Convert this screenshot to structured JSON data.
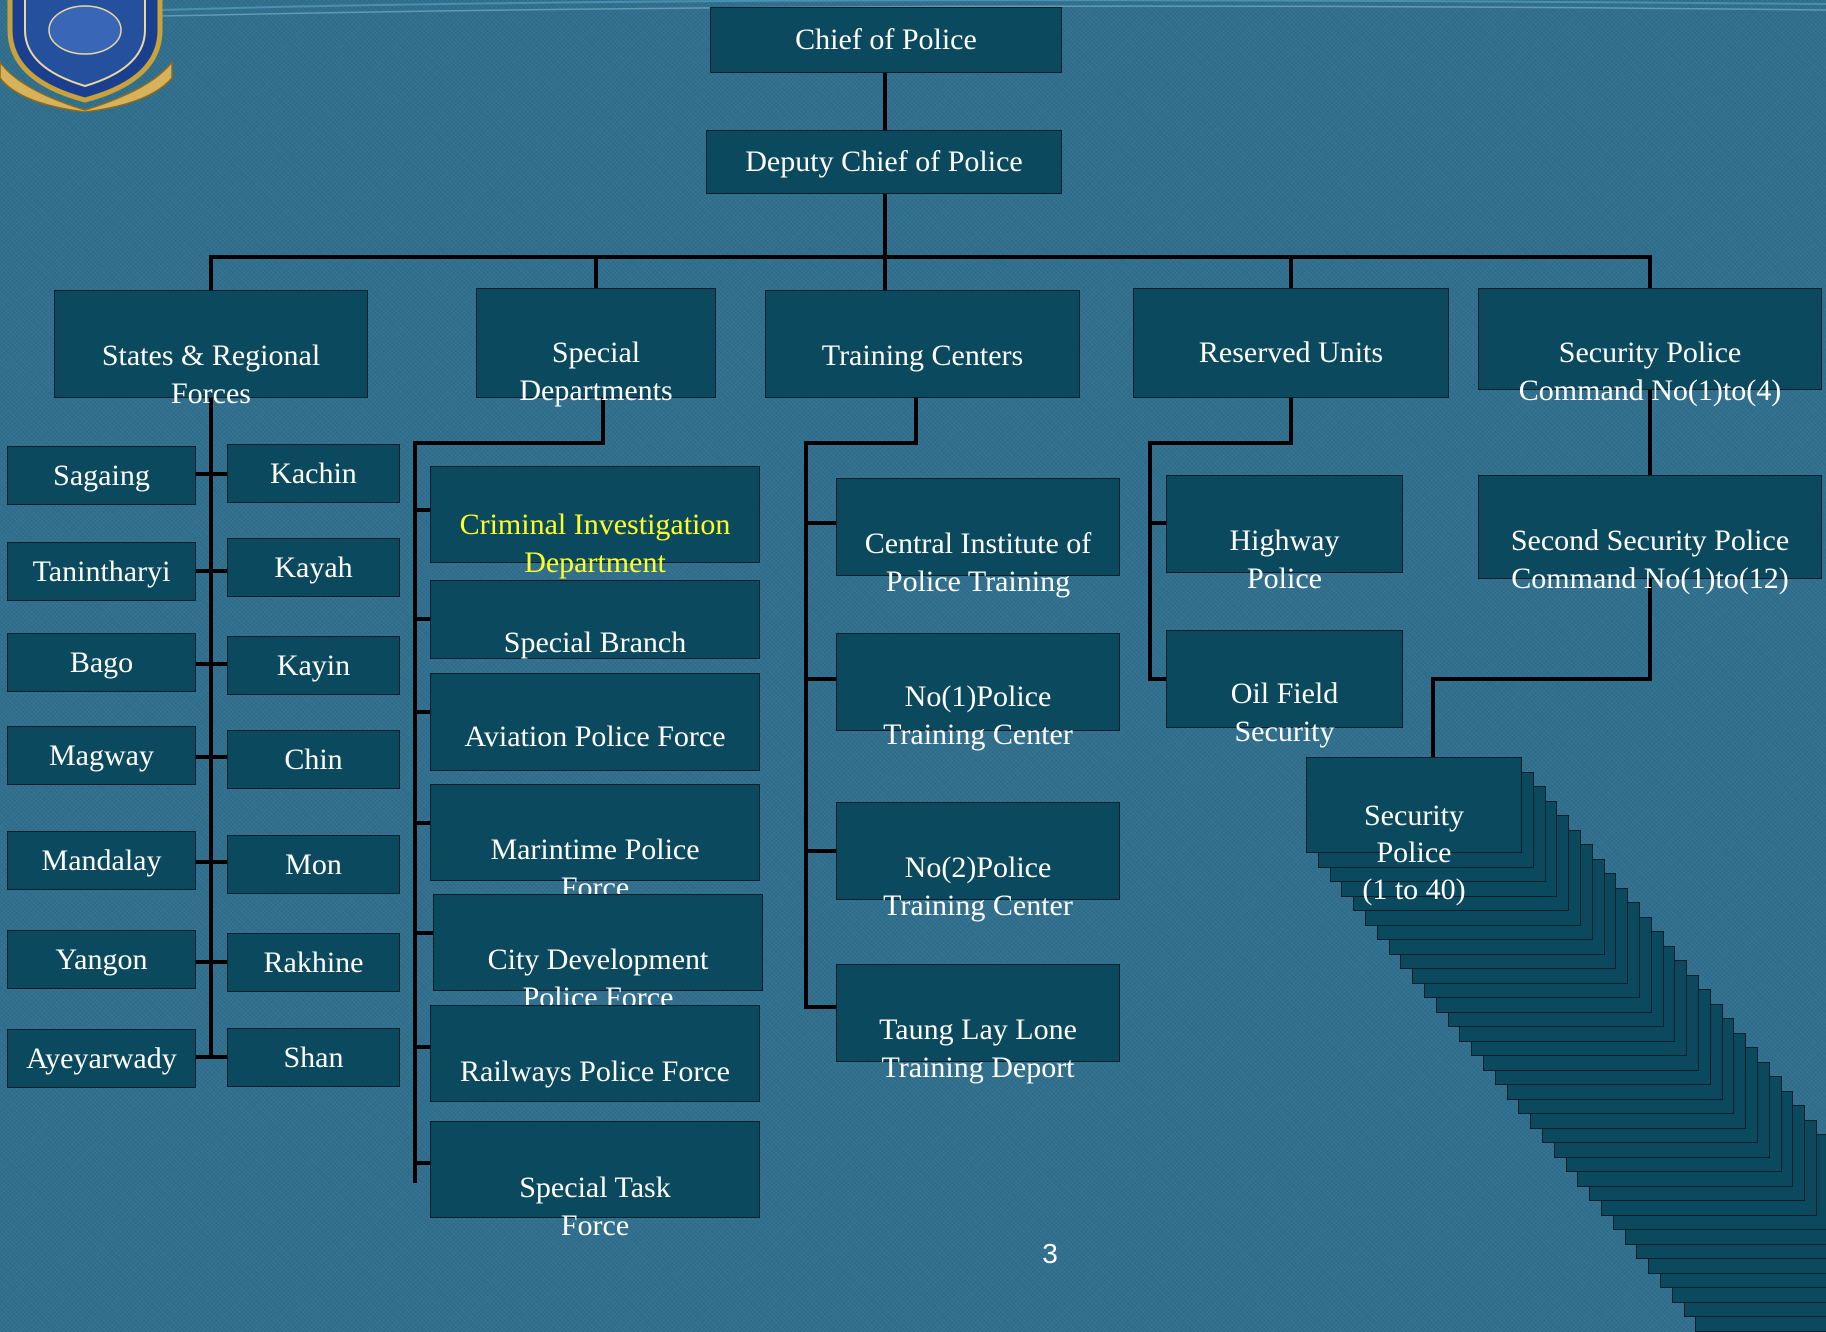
{
  "org_chart": {
    "chief": "Chief of Police",
    "deputy": "Deputy Chief of Police",
    "states_regional": {
      "title": "States & Regional\nForces",
      "left_column": [
        "Sagaing",
        "Tanintharyi",
        "Bago",
        "Magway",
        "Mandalay",
        "Yangon",
        "Ayeyarwady"
      ],
      "right_column": [
        "Kachin",
        "Kayah",
        "Kayin",
        "Chin",
        "Mon",
        "Rakhine",
        "Shan"
      ]
    },
    "special_departments": {
      "title": "Special\nDepartments",
      "items": [
        "Criminal Investigation\nDepartment",
        "Special Branch",
        "Aviation Police Force",
        "Marintime Police\nForce",
        "City Development\nPolice Force",
        "Railways Police  Force",
        "Special Task\nForce"
      ]
    },
    "training_centers": {
      "title": "Training      Centers",
      "items": [
        "Central Institute of\nPolice Training",
        "No(1)Police\nTraining Center",
        "No(2)Police\nTraining Center",
        "Taung Lay Lone\nTraining Deport"
      ]
    },
    "reserved_units": {
      "title": "Reserved Units",
      "items": [
        "Highway\nPolice",
        "Oil Field\nSecurity"
      ]
    },
    "security_police_command": {
      "title": "Security Police\nCommand No(1)to(4)",
      "second": "Second Security Police\nCommand No(1)to(12)",
      "stack": "Security\nPolice\n(1 to 40)"
    }
  },
  "colors": {
    "background": "#2f6f8e",
    "box_fill": "#0b4a5e",
    "box_text": "#ffffff",
    "highlight_text": "#ffff26",
    "connector": "#000000"
  },
  "logo": "police-crest-icon",
  "page_number": "3"
}
